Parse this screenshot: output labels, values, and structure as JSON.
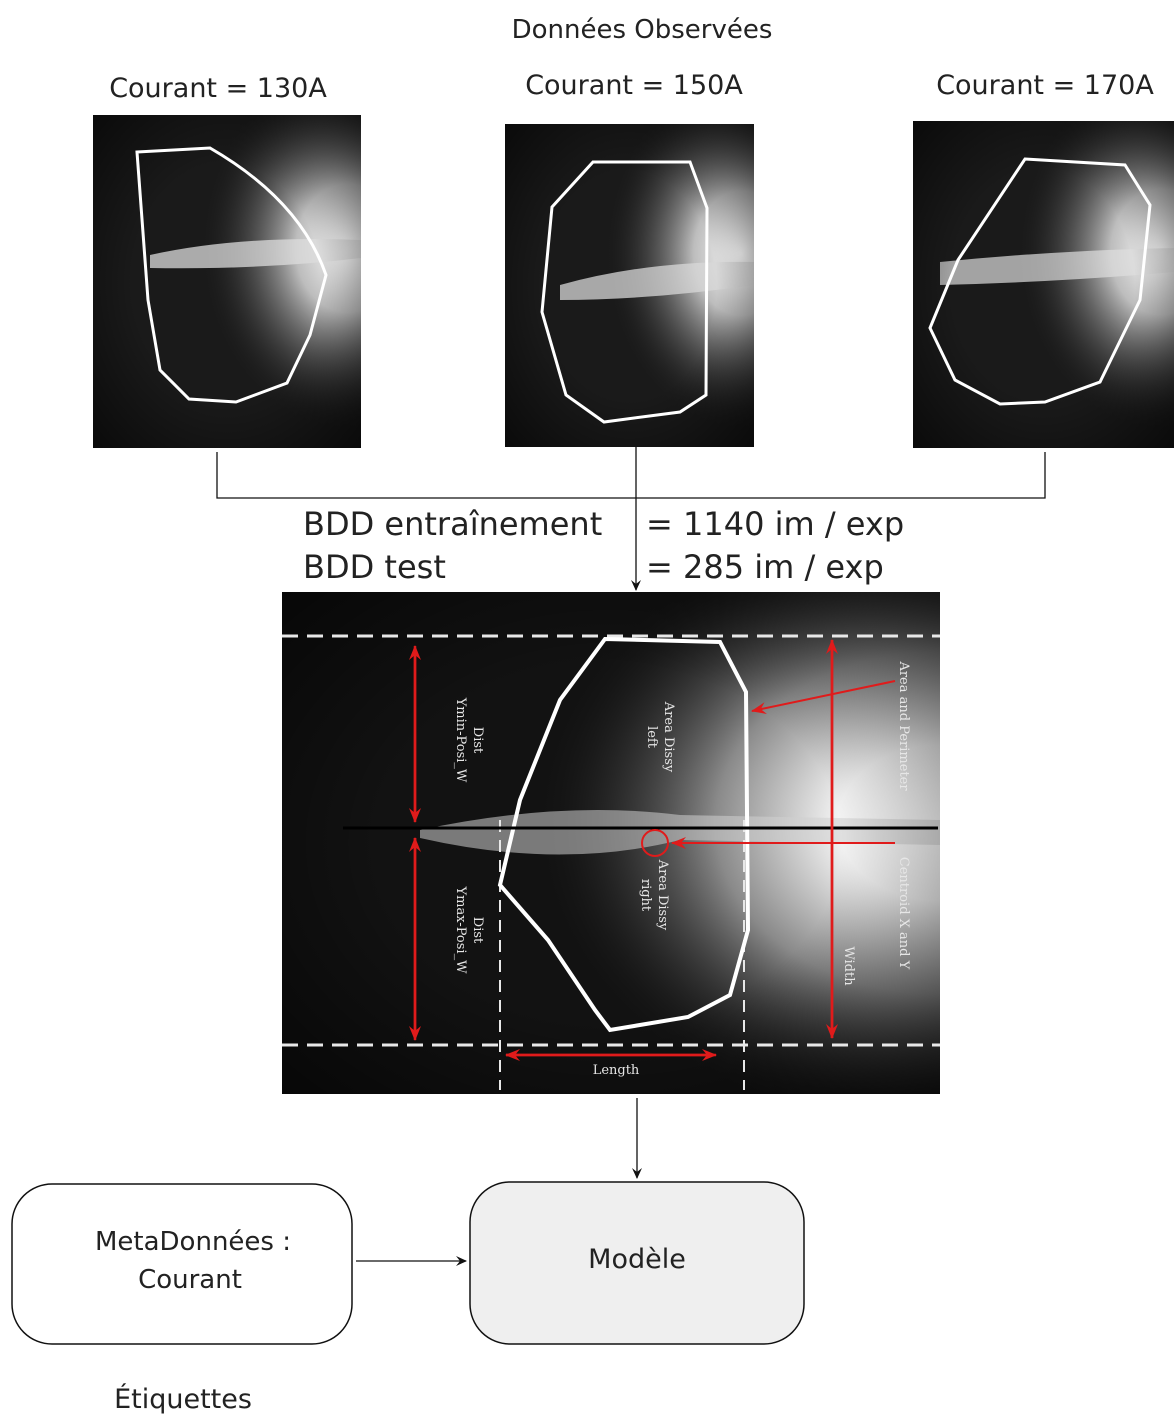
{
  "diagram": {
    "title": "Données Observées",
    "current_labels": [
      "Courant = 130A",
      "Courant = 150A",
      "Courant = 170A"
    ],
    "dataset": {
      "train_label": "BDD entraînement",
      "train_value": "= 1140 im / exp",
      "test_label": "BDD test",
      "test_value": "= 285 im / exp"
    },
    "annotations": {
      "dist_ymin_1": "Dist",
      "dist_ymin_2": "Ymin-Posi_W",
      "dist_ymax_1": "Dist",
      "dist_ymax_2": "Ymax-Posi_W",
      "area_left_1": "Area Dissy",
      "area_left_2": "left",
      "area_right_1": "Area Dissy",
      "area_right_2": "right",
      "area_perimeter": "Area and Perimeter",
      "centroid": "Centroid X and Y",
      "width": "Width",
      "length": "Length"
    },
    "metadata_box_line1": "MetaDonnées :",
    "metadata_box_line2": "Courant",
    "model_box": "Modèle",
    "labels_caption": "Étiquettes",
    "colors": {
      "annotation_red": "#e01b1b",
      "model_fill": "#efefef"
    }
  }
}
